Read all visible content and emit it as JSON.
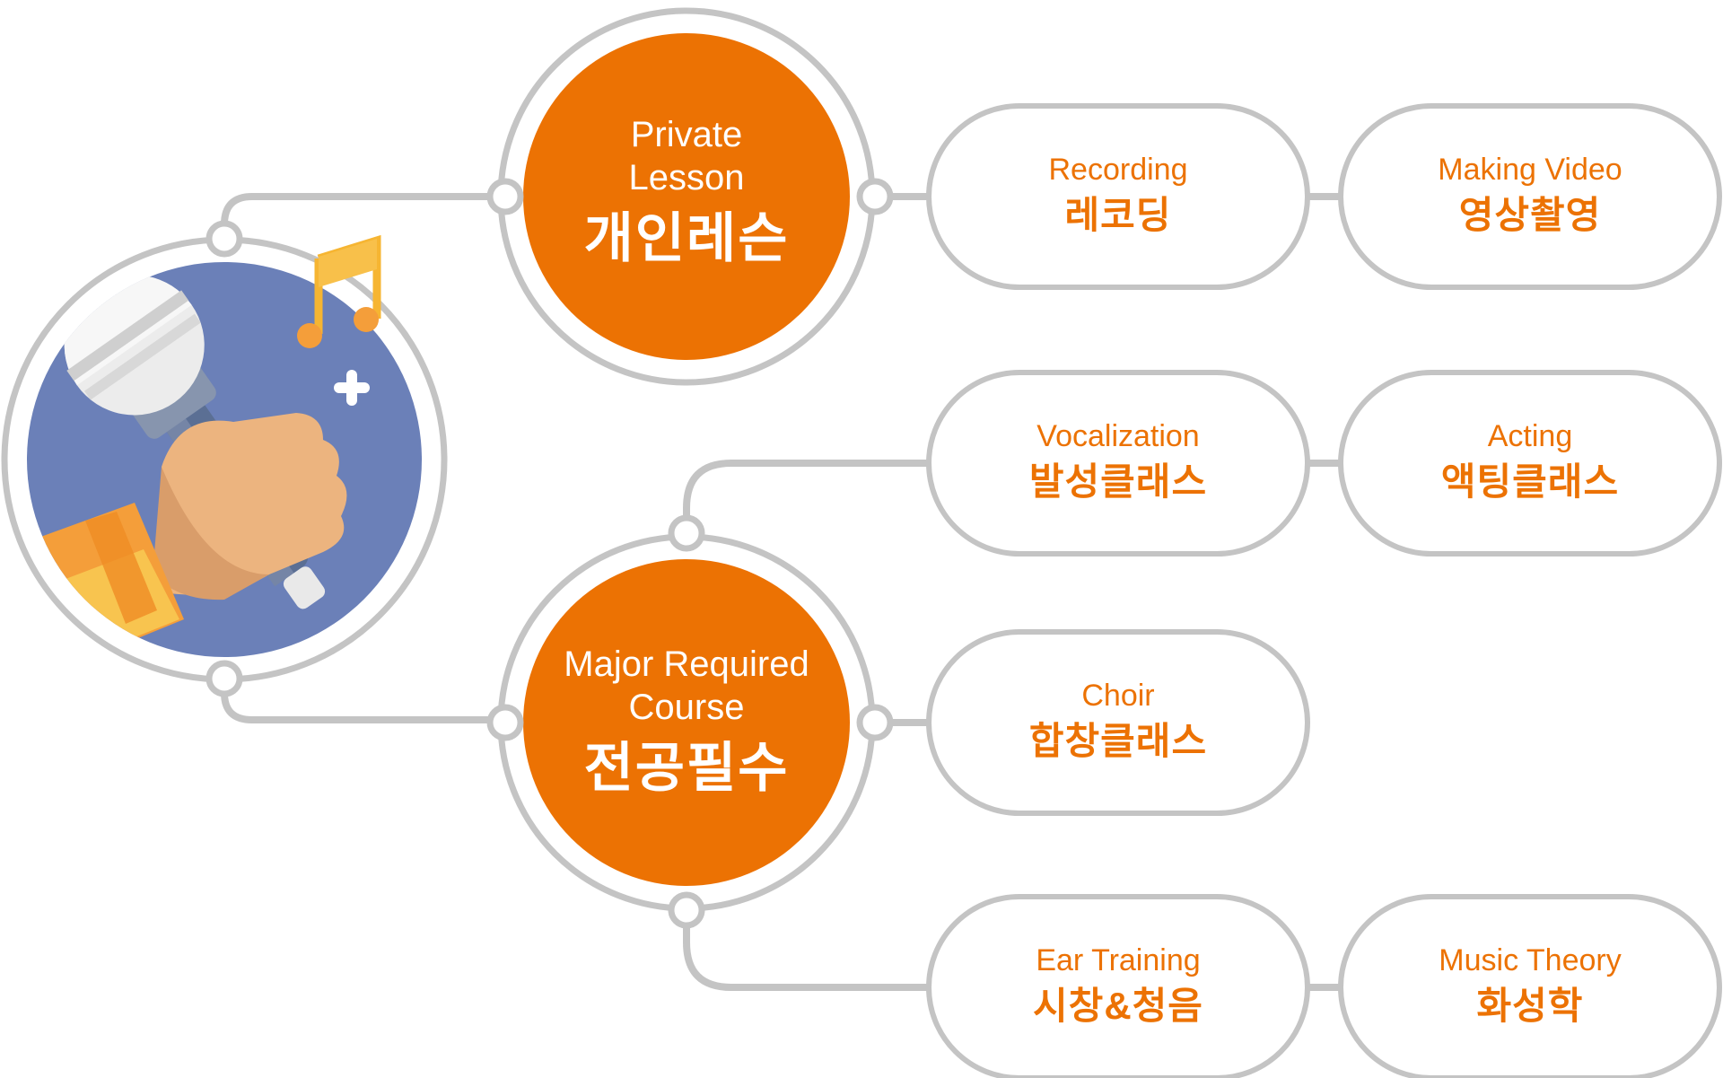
{
  "diagram": {
    "colors": {
      "accent": "#ec7203",
      "accent_text": "#ec7203",
      "line": "#c4c4c4",
      "mic_bg": "#6b80b8",
      "hub_text": "#ffffff"
    },
    "hubs": [
      {
        "id": "private",
        "label_en": "Private\nLesson",
        "label_ko": "개인레슨"
      },
      {
        "id": "major",
        "label_en": "Major Required\nCourse",
        "label_ko": "전공필수"
      }
    ],
    "pills": [
      {
        "id": "recording",
        "label_en": "Recording",
        "label_ko": "레코딩"
      },
      {
        "id": "making-video",
        "label_en": "Making Video",
        "label_ko": "영상촬영"
      },
      {
        "id": "vocalization",
        "label_en": "Vocalization",
        "label_ko": "발성클래스"
      },
      {
        "id": "acting",
        "label_en": "Acting",
        "label_ko": "액팅클래스"
      },
      {
        "id": "choir",
        "label_en": "Choir",
        "label_ko": "합창클래스"
      },
      {
        "id": "ear-training",
        "label_en": "Ear Training",
        "label_ko": "시창&청음"
      },
      {
        "id": "music-theory",
        "label_en": "Music Theory",
        "label_ko": "화성학"
      }
    ],
    "icons": [
      "microphone-hand-icon",
      "music-note-icon",
      "sparkle-icon"
    ]
  }
}
